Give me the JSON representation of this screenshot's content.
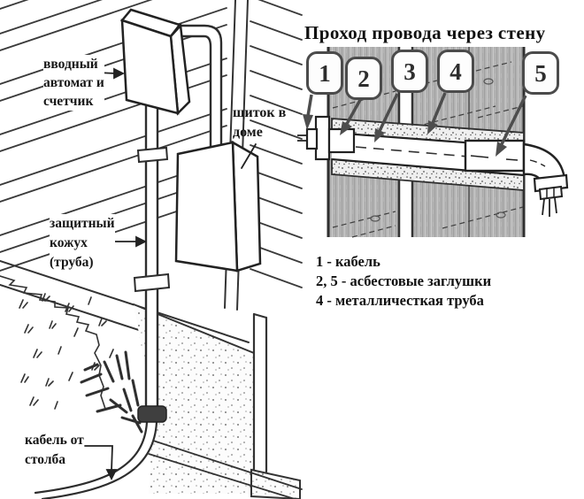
{
  "left_diagram": {
    "labels": {
      "meter": "вводный\nавтомат и\nсчетчик",
      "panel": "щиток в\nдоме",
      "casing": "защитный\nкожух\n(труба)",
      "cable": "кабель от\nстолба"
    }
  },
  "right_diagram": {
    "title": "Проход провода через стену",
    "badges": [
      "1",
      "2",
      "3",
      "4",
      "5"
    ],
    "legend": [
      "1 - кабель",
      "2, 5 - асбестовые заглушки",
      "4 - металличесткая труба"
    ]
  },
  "colors": {
    "wood": "#b4b4b4",
    "line": "#2f2f2f",
    "arrow": "#4d4d4d",
    "badge_border": "#4b4b4b"
  }
}
